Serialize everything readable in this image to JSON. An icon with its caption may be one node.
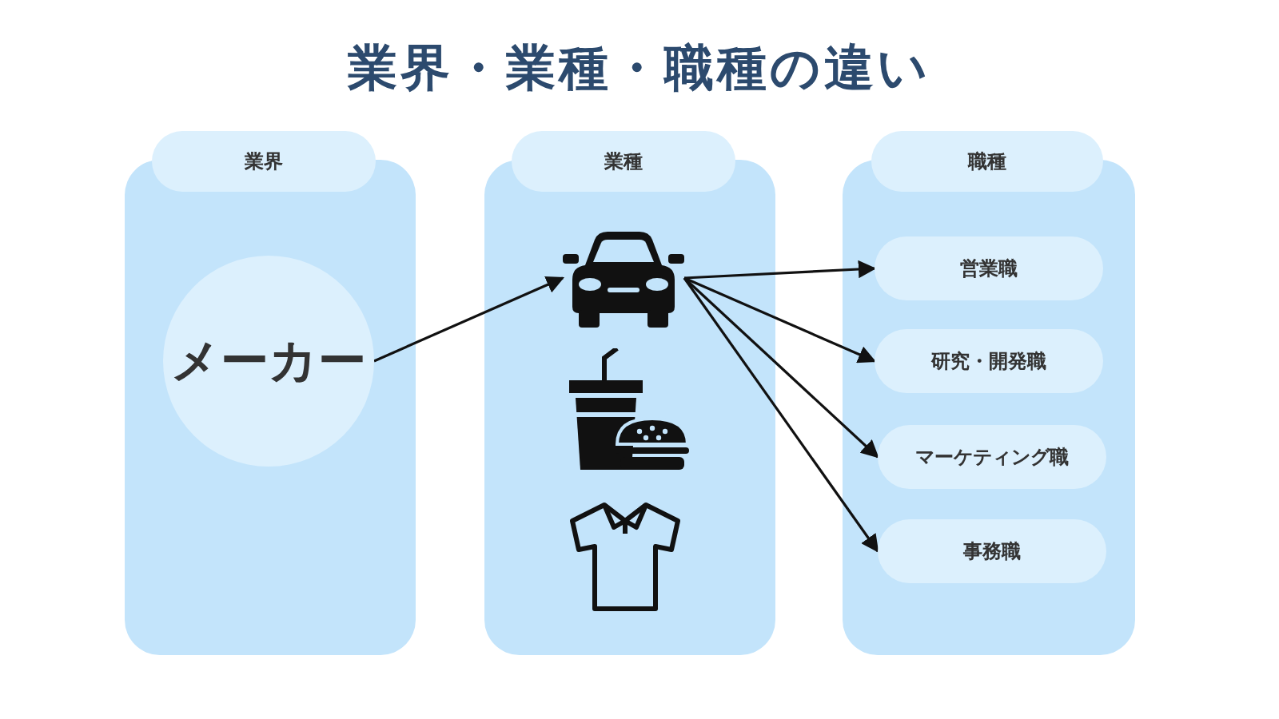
{
  "diagram": {
    "title": "業界・業種・職種の違い",
    "nodes": [
      {
        "text": [
          "業界"
        ]
      },
      {
        "text": [],
        "shape": "box"
      },
      {
        "text": [
          "メーカー"
        ],
        "in": 1
      },
      {
        "text": [
          "業種"
        ]
      },
      {
        "text": [],
        "shape": "box"
      },
      {
        "text": [],
        "shape": "picture",
        "in": 4
      },
      {
        "text": [],
        "shape": "picture",
        "in": 4
      },
      {
        "text": [],
        "shape": "picture",
        "in": 4
      },
      {
        "text": [
          "職種"
        ]
      },
      {
        "text": [],
        "shape": "box"
      },
      {
        "text": [
          "営業職"
        ],
        "in": 9
      },
      {
        "text": [
          "研究・開発職"
        ],
        "in": 9
      },
      {
        "text": [
          "マーケティング職"
        ],
        "in": 9
      },
      {
        "text": [
          "事務職"
        ],
        "in": 9
      }
    ],
    "edges": [
      {
        "from": 2,
        "to": 5,
        "arrow": "to"
      },
      {
        "from": 5,
        "to": 10,
        "arrow": "to"
      },
      {
        "from": 5,
        "to": 11,
        "arrow": "to"
      },
      {
        "from": 5,
        "to": 12,
        "arrow": "to"
      },
      {
        "from": 5,
        "to": 13,
        "arrow": "to"
      }
    ]
  }
}
